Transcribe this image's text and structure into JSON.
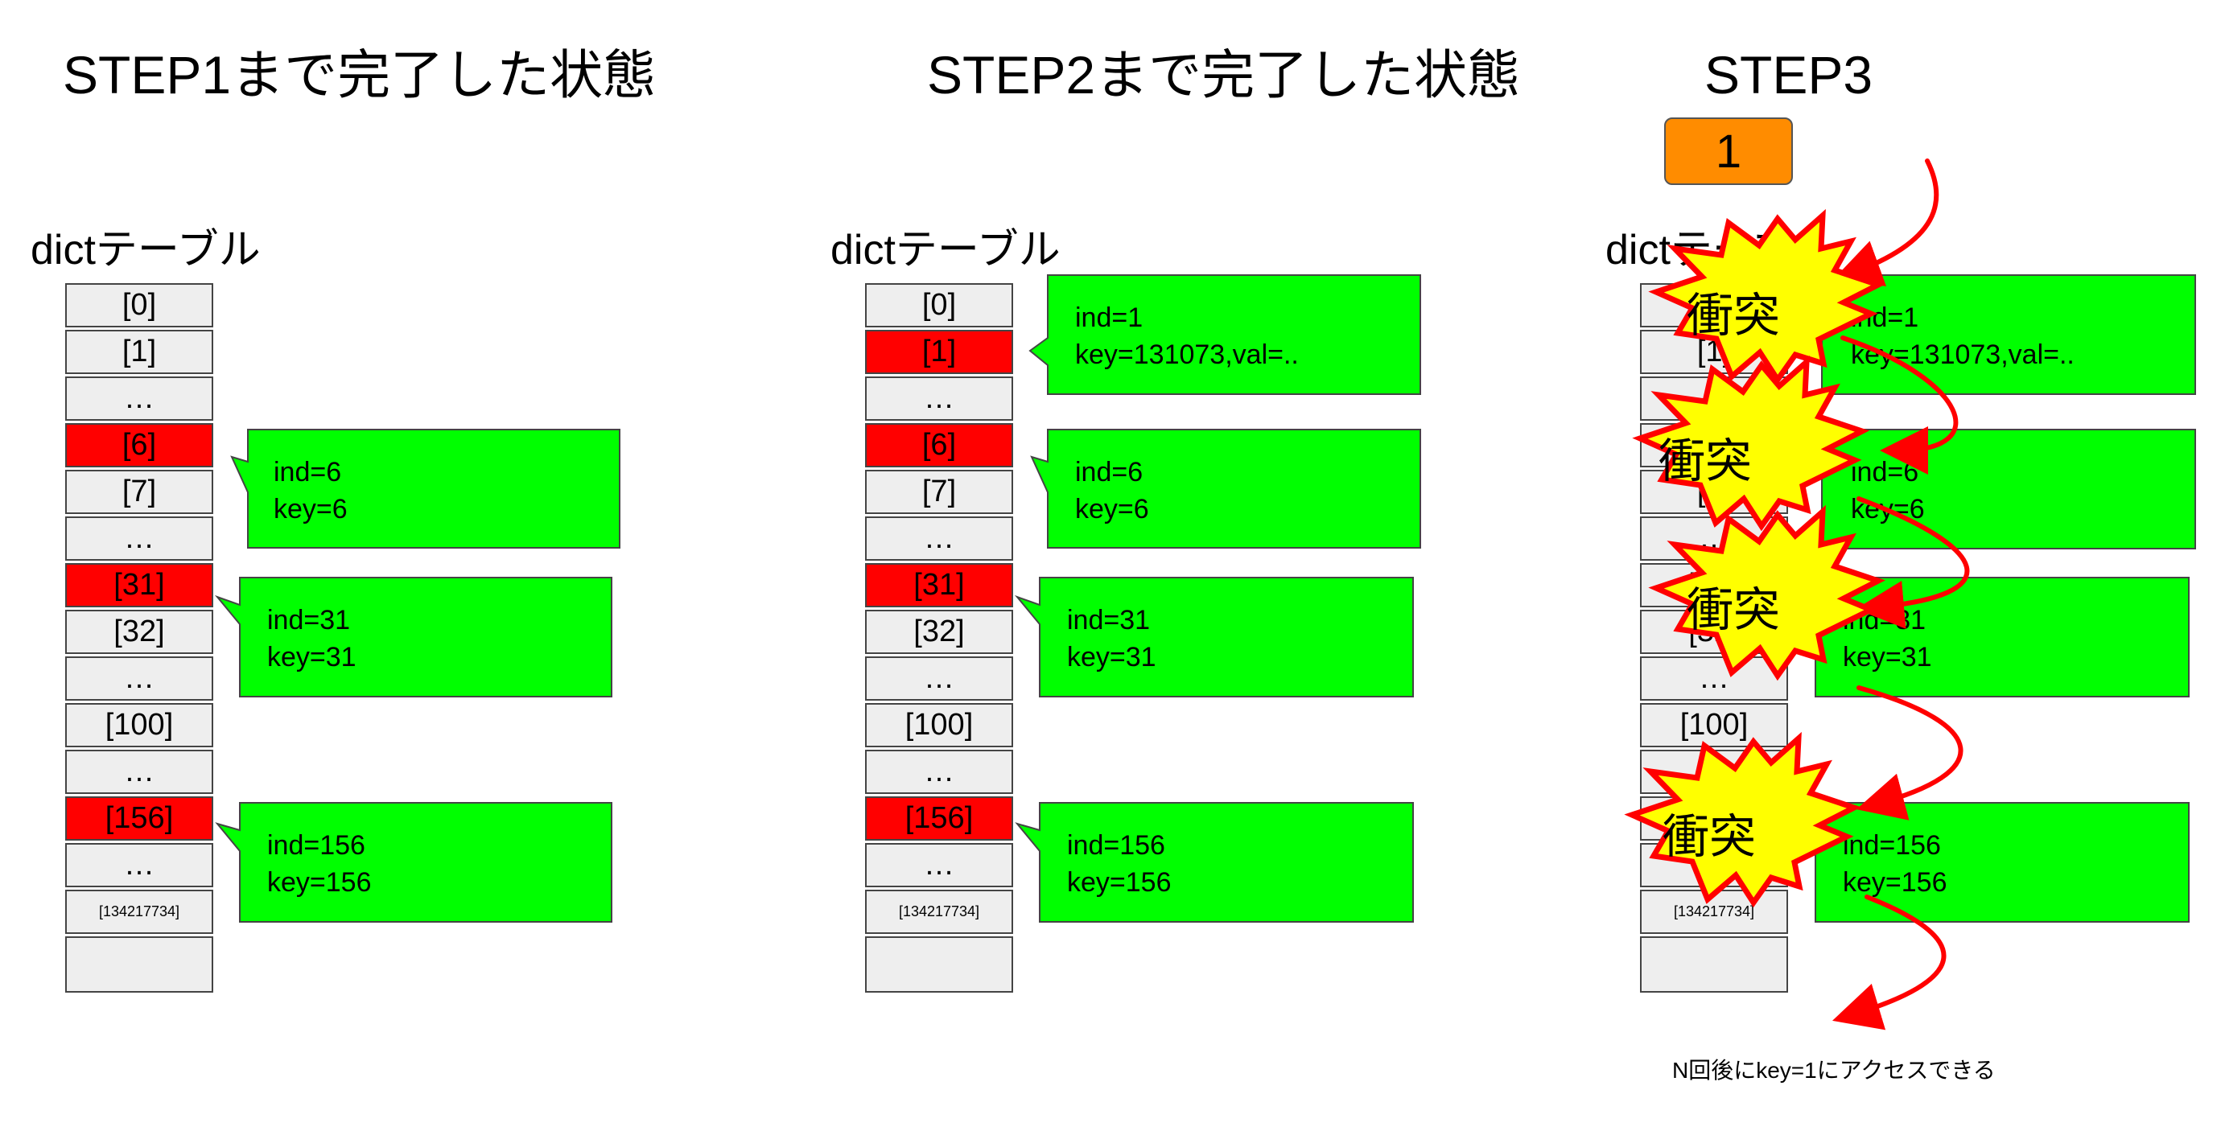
{
  "titles": {
    "step1": "STEP1まで完了した状態",
    "step2": "STEP2まで完了した状態",
    "step3": "STEP3"
  },
  "table_label": "dictテーブル",
  "cells": {
    "c0": "[0]",
    "c1": "[1]",
    "ellipsis": "…",
    "c6": "[6]",
    "c7": "[7]",
    "c31": "[31]",
    "c32": "[32]",
    "c100": "[100]",
    "c156": "[156]",
    "clast": "[134217734]"
  },
  "callouts": {
    "ind1": "ind=1",
    "key131073": "key=131073,val=..",
    "ind6": "ind=6",
    "key6": "key=6",
    "ind31": "ind=31",
    "key31": "key=31",
    "ind156": "ind=156",
    "key156": "key=156"
  },
  "step3": {
    "badge": "1",
    "collision": "衝突",
    "note": "N回後にkey=1にアクセスできる"
  },
  "colors": {
    "cell_bg": "#eeeeee",
    "highlight": "#ff0000",
    "callout": "#00ff00",
    "badge": "#ff8c00",
    "burst": "#ffff00",
    "arrow": "#ff0000"
  }
}
